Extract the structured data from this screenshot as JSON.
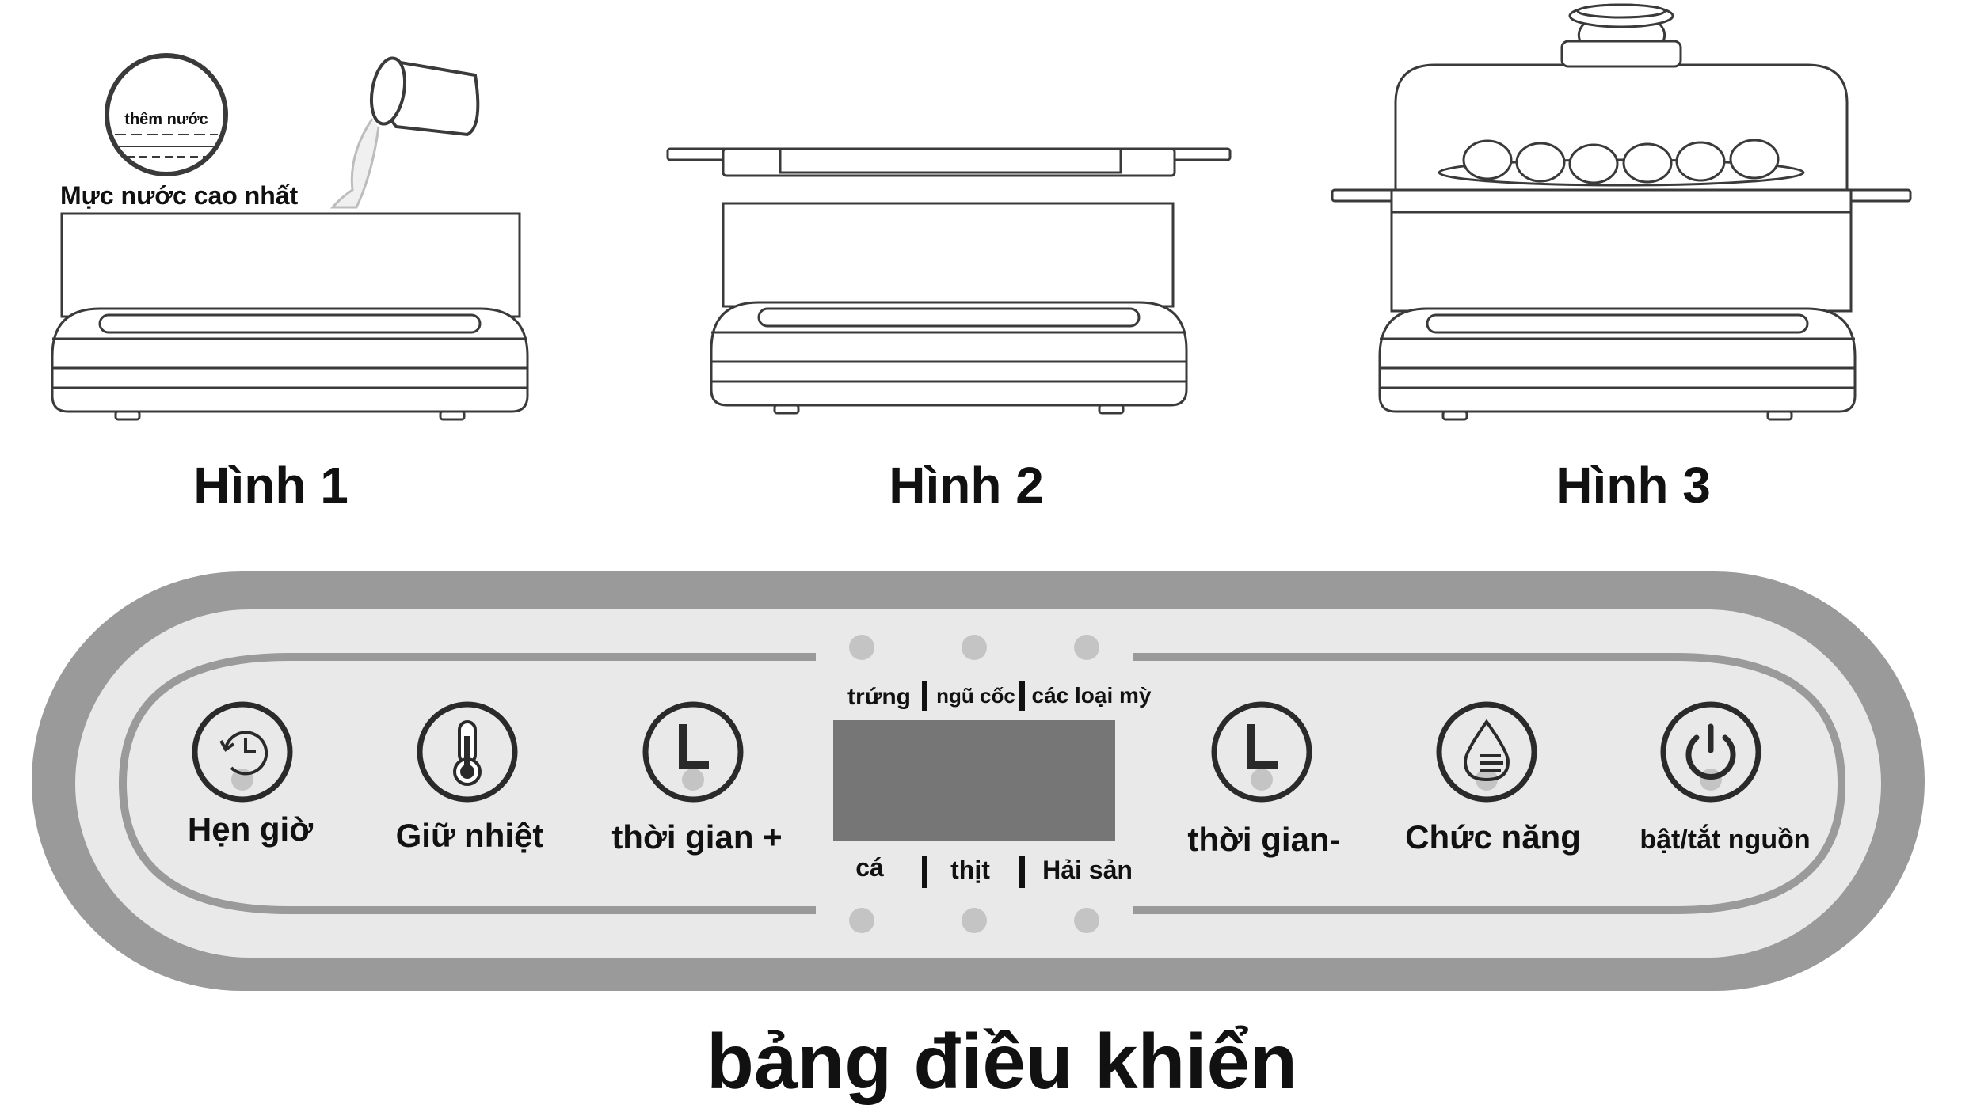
{
  "figures": [
    {
      "caption": "Hình 1",
      "callout": "thêm nước",
      "water_level_label": "Mực nước cao nhất"
    },
    {
      "caption": "Hình 2"
    },
    {
      "caption": "Hình 3"
    }
  ],
  "panel": {
    "title": "bảng điều khiển",
    "buttons": [
      {
        "label": "Hẹn giờ",
        "icon": "timer-icon"
      },
      {
        "label": "Giữ nhiệt",
        "icon": "thermometer-icon"
      },
      {
        "label": "thời gian +",
        "icon": "clock-icon"
      },
      {
        "label": "thời gian-",
        "icon": "clock-icon"
      },
      {
        "label": "Chức năng",
        "icon": "water-drop-icon"
      },
      {
        "label": "bật/tắt nguồn",
        "icon": "power-icon"
      }
    ],
    "modes_top": [
      "trứng",
      "ngũ cốc",
      "các loại mỳ"
    ],
    "modes_bottom": [
      "cá",
      "thịt",
      "Hải sản"
    ]
  },
  "colors": {
    "outline": "#3a3a3a",
    "panel_outer": "#9a9a9a",
    "panel_inner": "#e9e9e9",
    "display": "#767676",
    "indicator": "#c4c4c4"
  }
}
